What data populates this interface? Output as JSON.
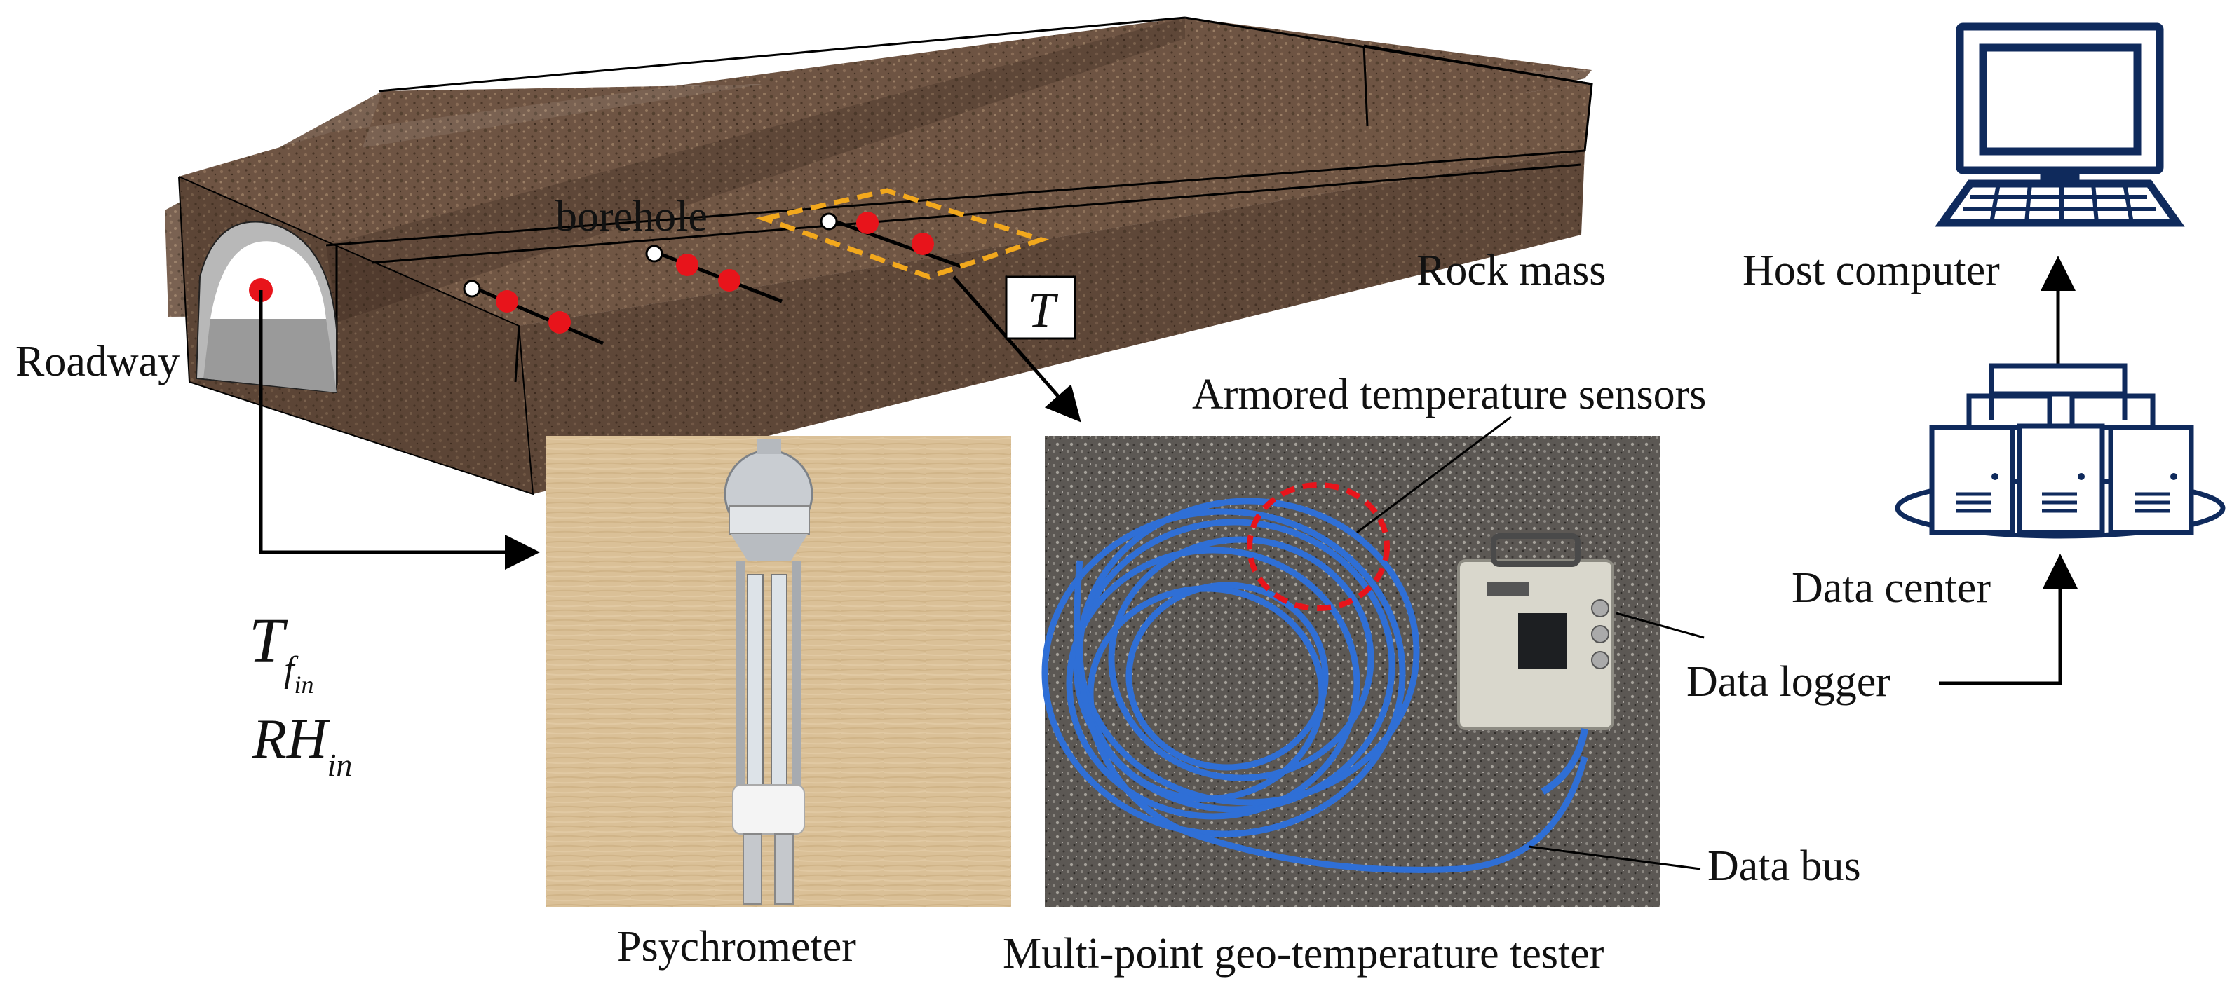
{
  "labels": {
    "borehole": "borehole",
    "rock_mass": "Rock mass",
    "roadway": "Roadway",
    "T": "T",
    "host_computer": "Host computer",
    "armored_sensors": "Armored temperature sensors",
    "data_center": "Data center",
    "data_logger": "Data logger",
    "data_bus": "Data bus",
    "psychrometer": "Psychrometer",
    "tester": "Multi-point geo-temperature tester"
  },
  "math": {
    "tf_main": "T",
    "tf_sub": "f",
    "tf_subsub": "in",
    "rh_main": "RH",
    "rh_sub": "in"
  },
  "colors": {
    "rock": "#6b5240",
    "rock_dark": "#3e2c20",
    "sensor_dot": "#e8141b",
    "borehole_box": "#f2a81d",
    "icon_navy": "#0f2a5c",
    "cable_blue": "#2f6fd6",
    "wood": "#dcc29a",
    "granite": "#55514d"
  }
}
